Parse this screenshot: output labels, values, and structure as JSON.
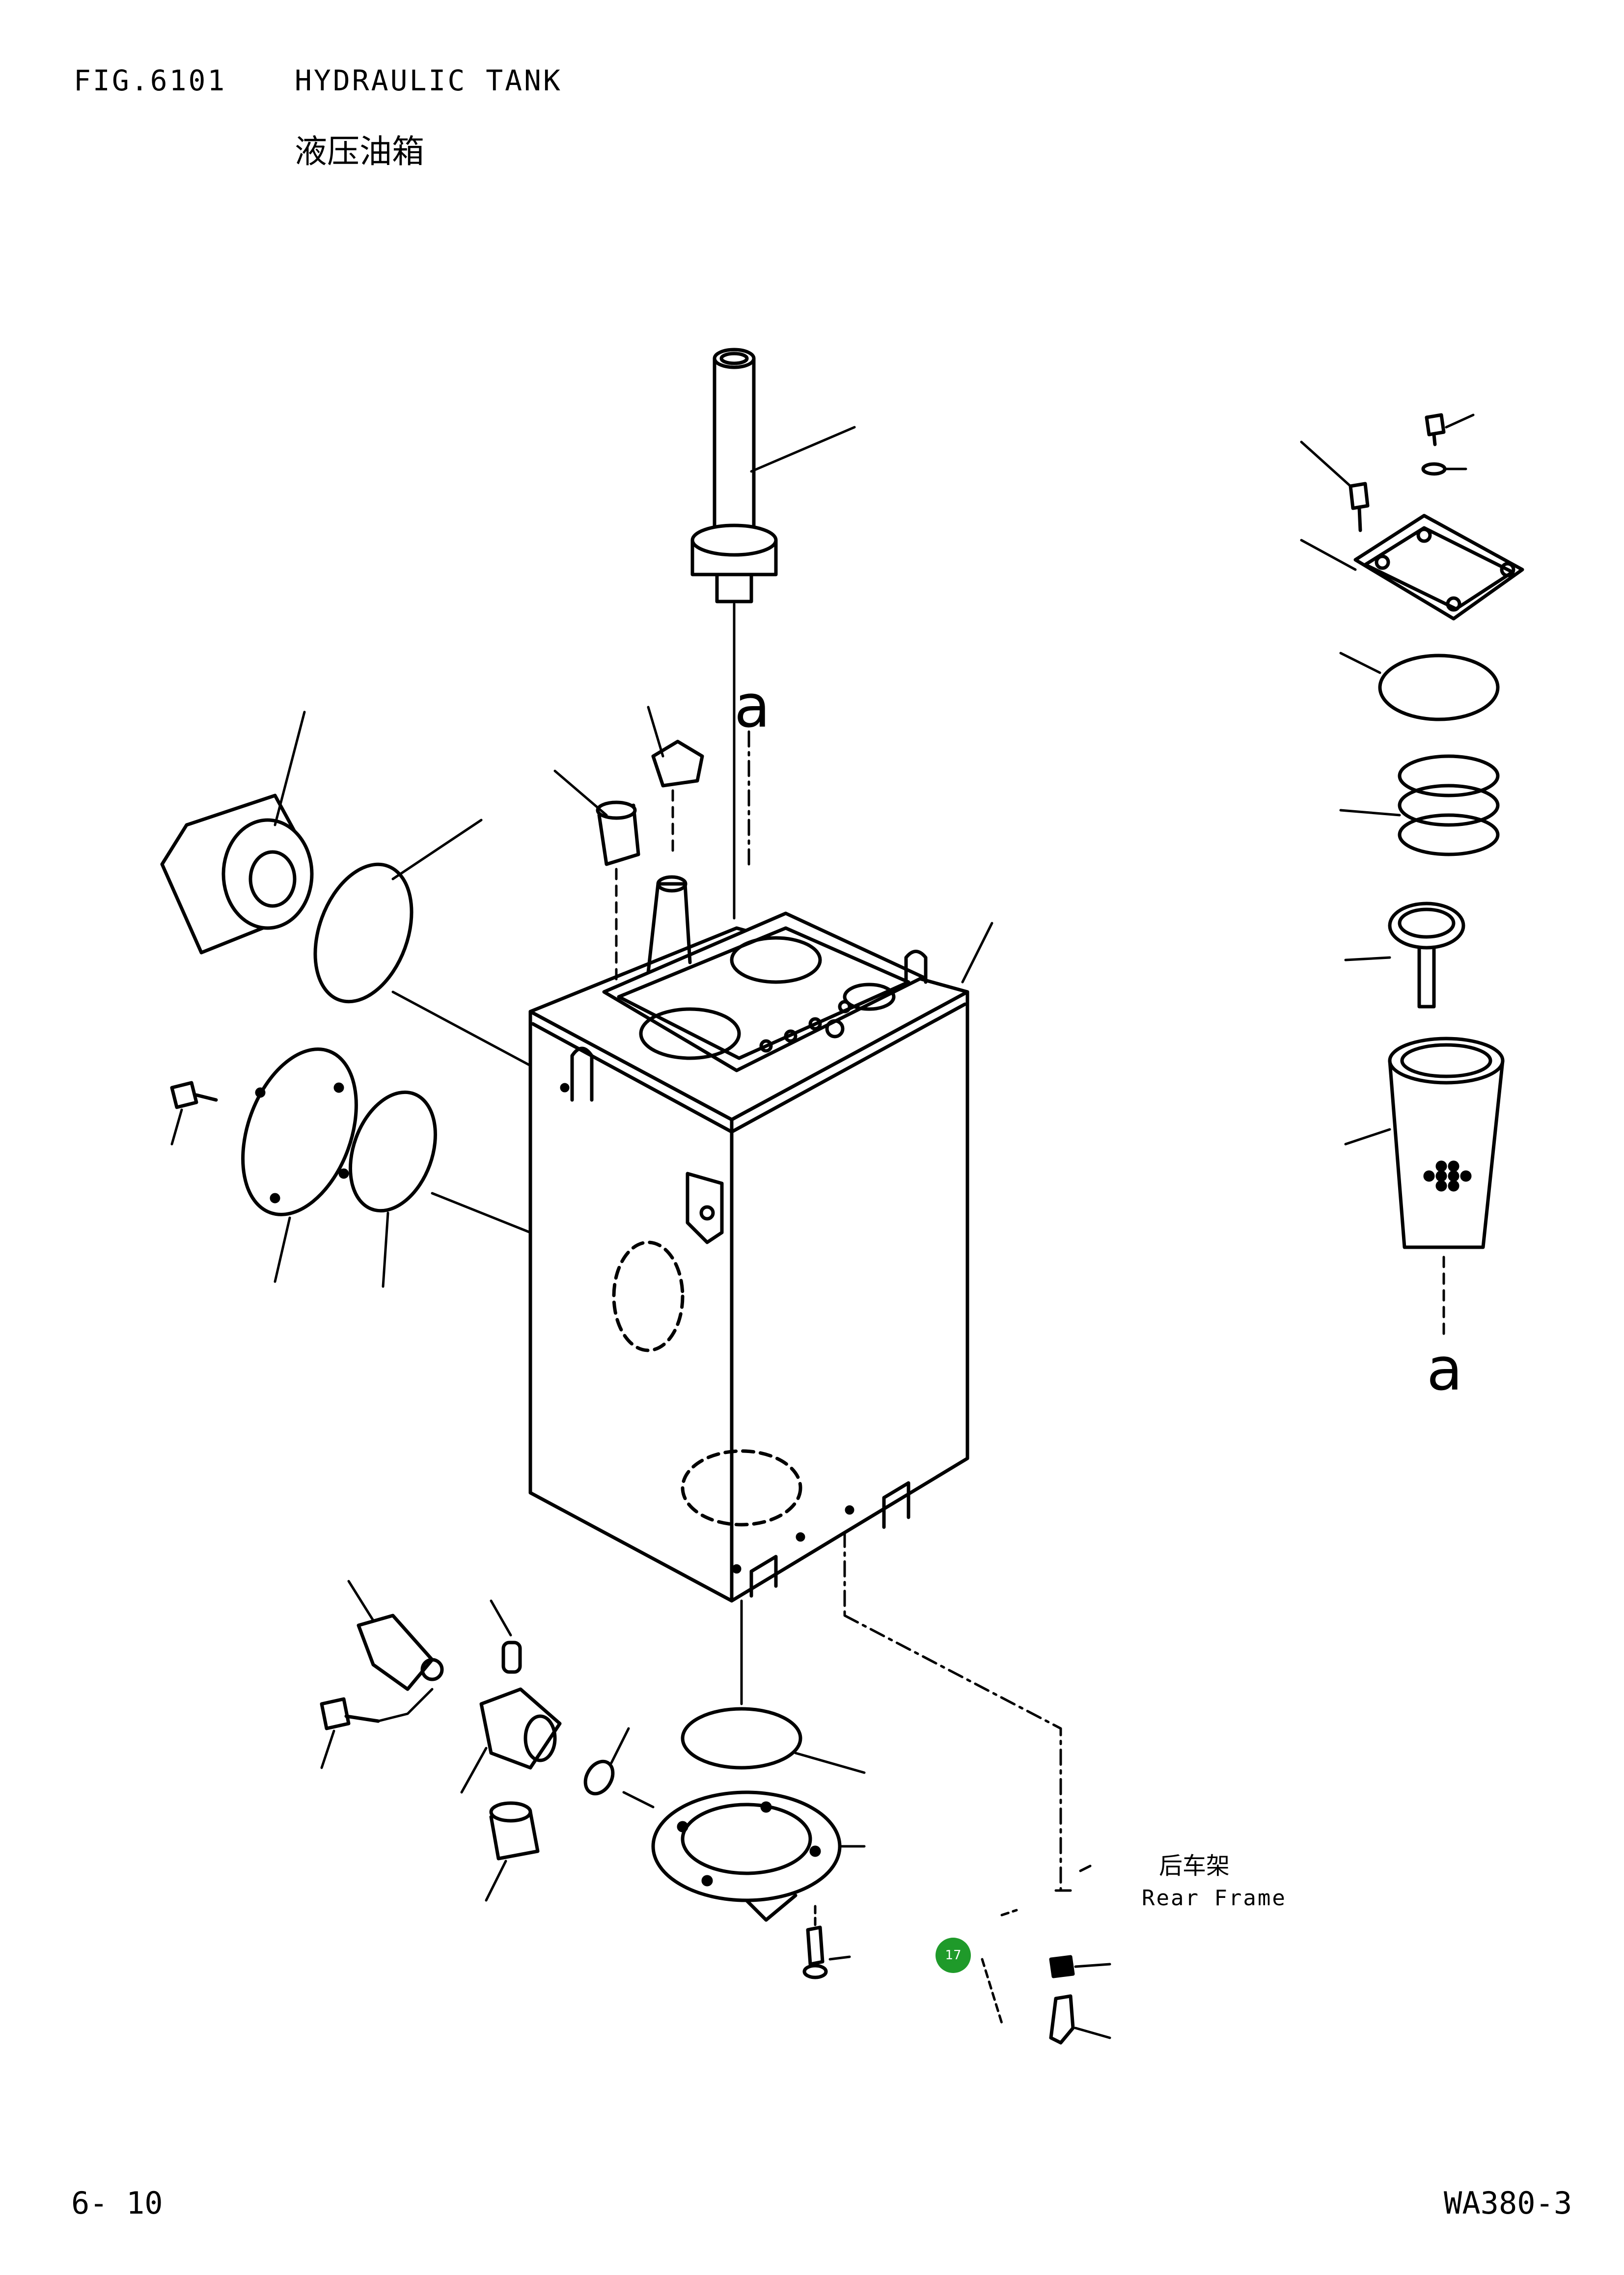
{
  "header": {
    "fig_number": "FIG.6101",
    "title_en": "HYDRAULIC TANK",
    "title_cn": "液压油箱"
  },
  "labels": {
    "ref_a_top": "a",
    "ref_a_right": "a",
    "rear_frame_cn": "后车架",
    "rear_frame_en": "Rear Frame"
  },
  "callout": {
    "number": "17",
    "color": "#1f9a2a"
  },
  "footer": {
    "page": "6- 10",
    "model": "WA380-3"
  }
}
